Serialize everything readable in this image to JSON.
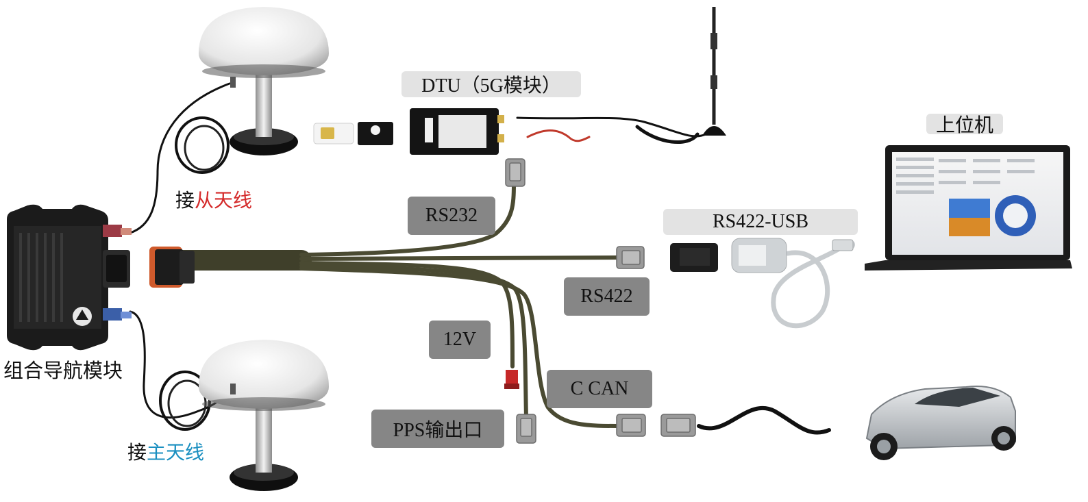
{
  "labels": {
    "module": "组合导航模块",
    "slave_antenna_prefix": "接",
    "slave_antenna_name": "从天线",
    "master_antenna_prefix": "接",
    "master_antenna_name": "主天线",
    "dtu": "DTU（5G模块）",
    "host": "上位机",
    "rs422_usb": "RS422-USB",
    "rs232": "RS232",
    "rs422": "RS422",
    "v12": "12V",
    "ccan": "C CAN",
    "pps": "PPS输出口"
  },
  "colors": {
    "slave_antenna": "#d42a2a",
    "master_antenna": "#1a8fc0",
    "cable": "#4a4a32",
    "dark_tag": "#868686",
    "light_tag": "#e3e3e3"
  },
  "icons": [
    "navigation-module-icon",
    "gnss-antenna-icon",
    "sim-card-icon",
    "dtu-device-icon",
    "cellular-antenna-icon",
    "laptop-icon",
    "rs422-usb-converter-icon",
    "car-icon",
    "db9-connector-icon",
    "cable-harness-icon"
  ]
}
